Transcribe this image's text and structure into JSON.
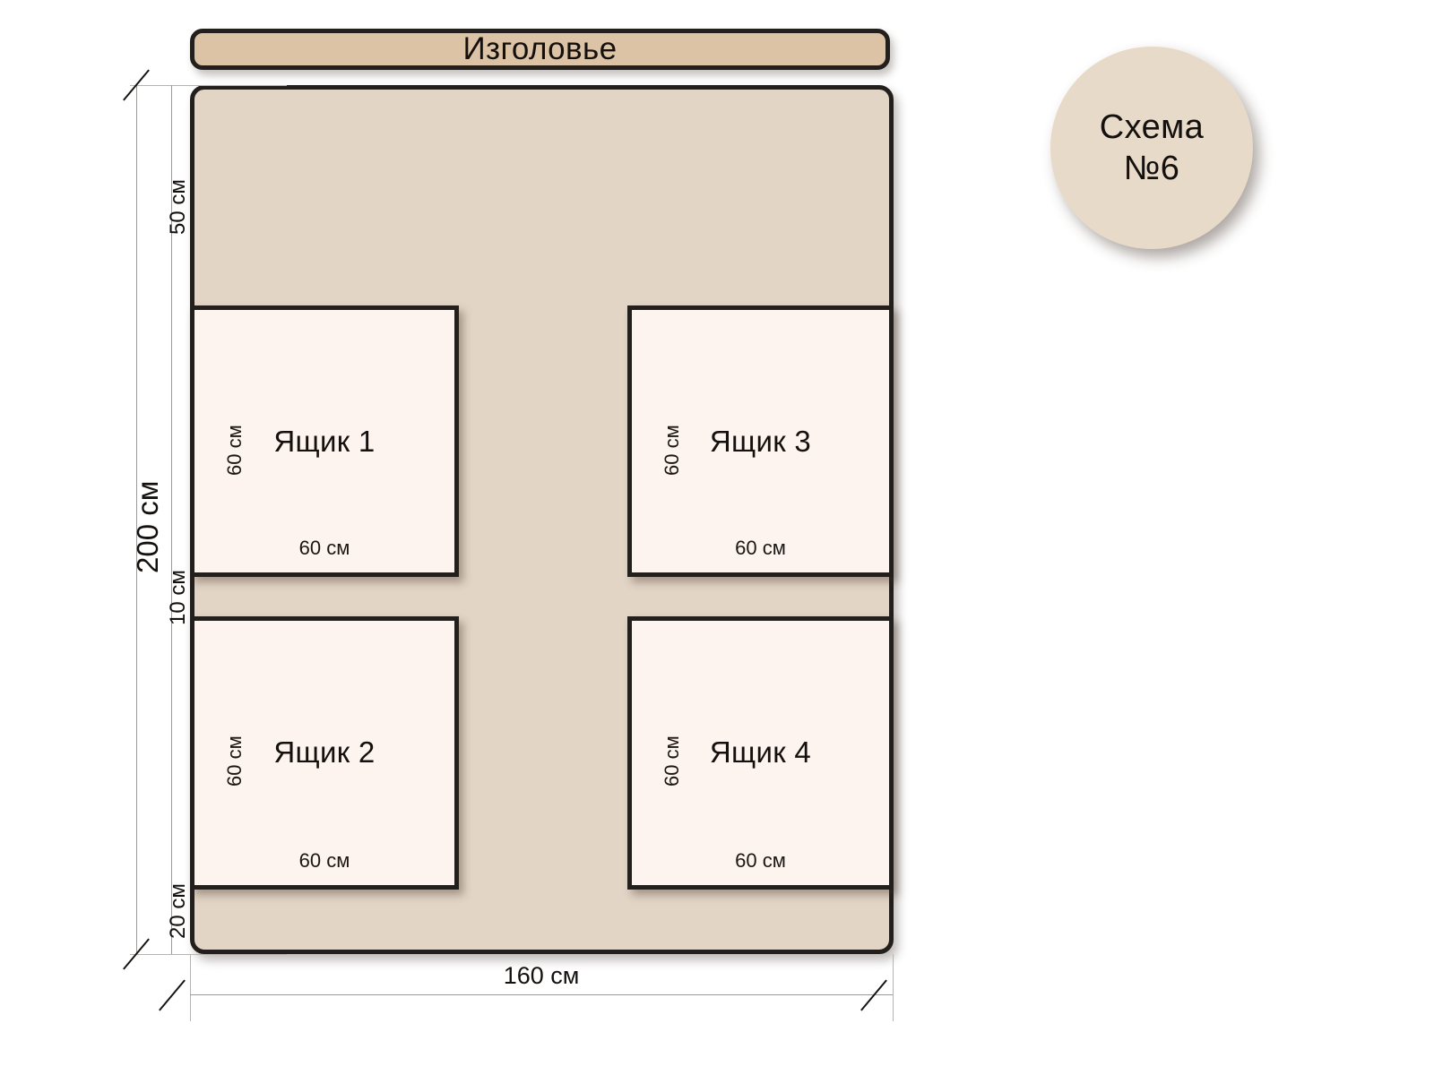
{
  "diagram": {
    "headboard": {
      "label": "Изголовье"
    },
    "badge": {
      "line1": "Схема №6"
    },
    "bed": {
      "total_width": "160 см",
      "total_height": "200 см"
    },
    "vertical_segments": [
      {
        "name": "top-gap",
        "label": "50 см"
      },
      {
        "name": "drawer-row-1",
        "label": "60 см"
      },
      {
        "name": "middle-gap",
        "label": "10 см"
      },
      {
        "name": "drawer-row-2",
        "label": "60 см"
      },
      {
        "name": "bottom-gap",
        "label": "20 см"
      }
    ],
    "drawers": [
      {
        "title": "Ящик 1",
        "width": "60 см",
        "height": "60 см"
      },
      {
        "title": "Ящик 2",
        "width": "60 см",
        "height": "60 см"
      },
      {
        "title": "Ящик 3",
        "width": "60 см",
        "height": "60 см"
      },
      {
        "title": "Ящик 4",
        "width": "60 см",
        "height": "60 см"
      }
    ],
    "colors": {
      "headboard_fill": "#dcc3a6",
      "bed_fill": "#e3d5c6",
      "drawer_fill": "#fdf3ef",
      "badge_fill": "#e8dac9",
      "outline": "#231f1c",
      "dimension_line": "#9a9a9a"
    }
  }
}
